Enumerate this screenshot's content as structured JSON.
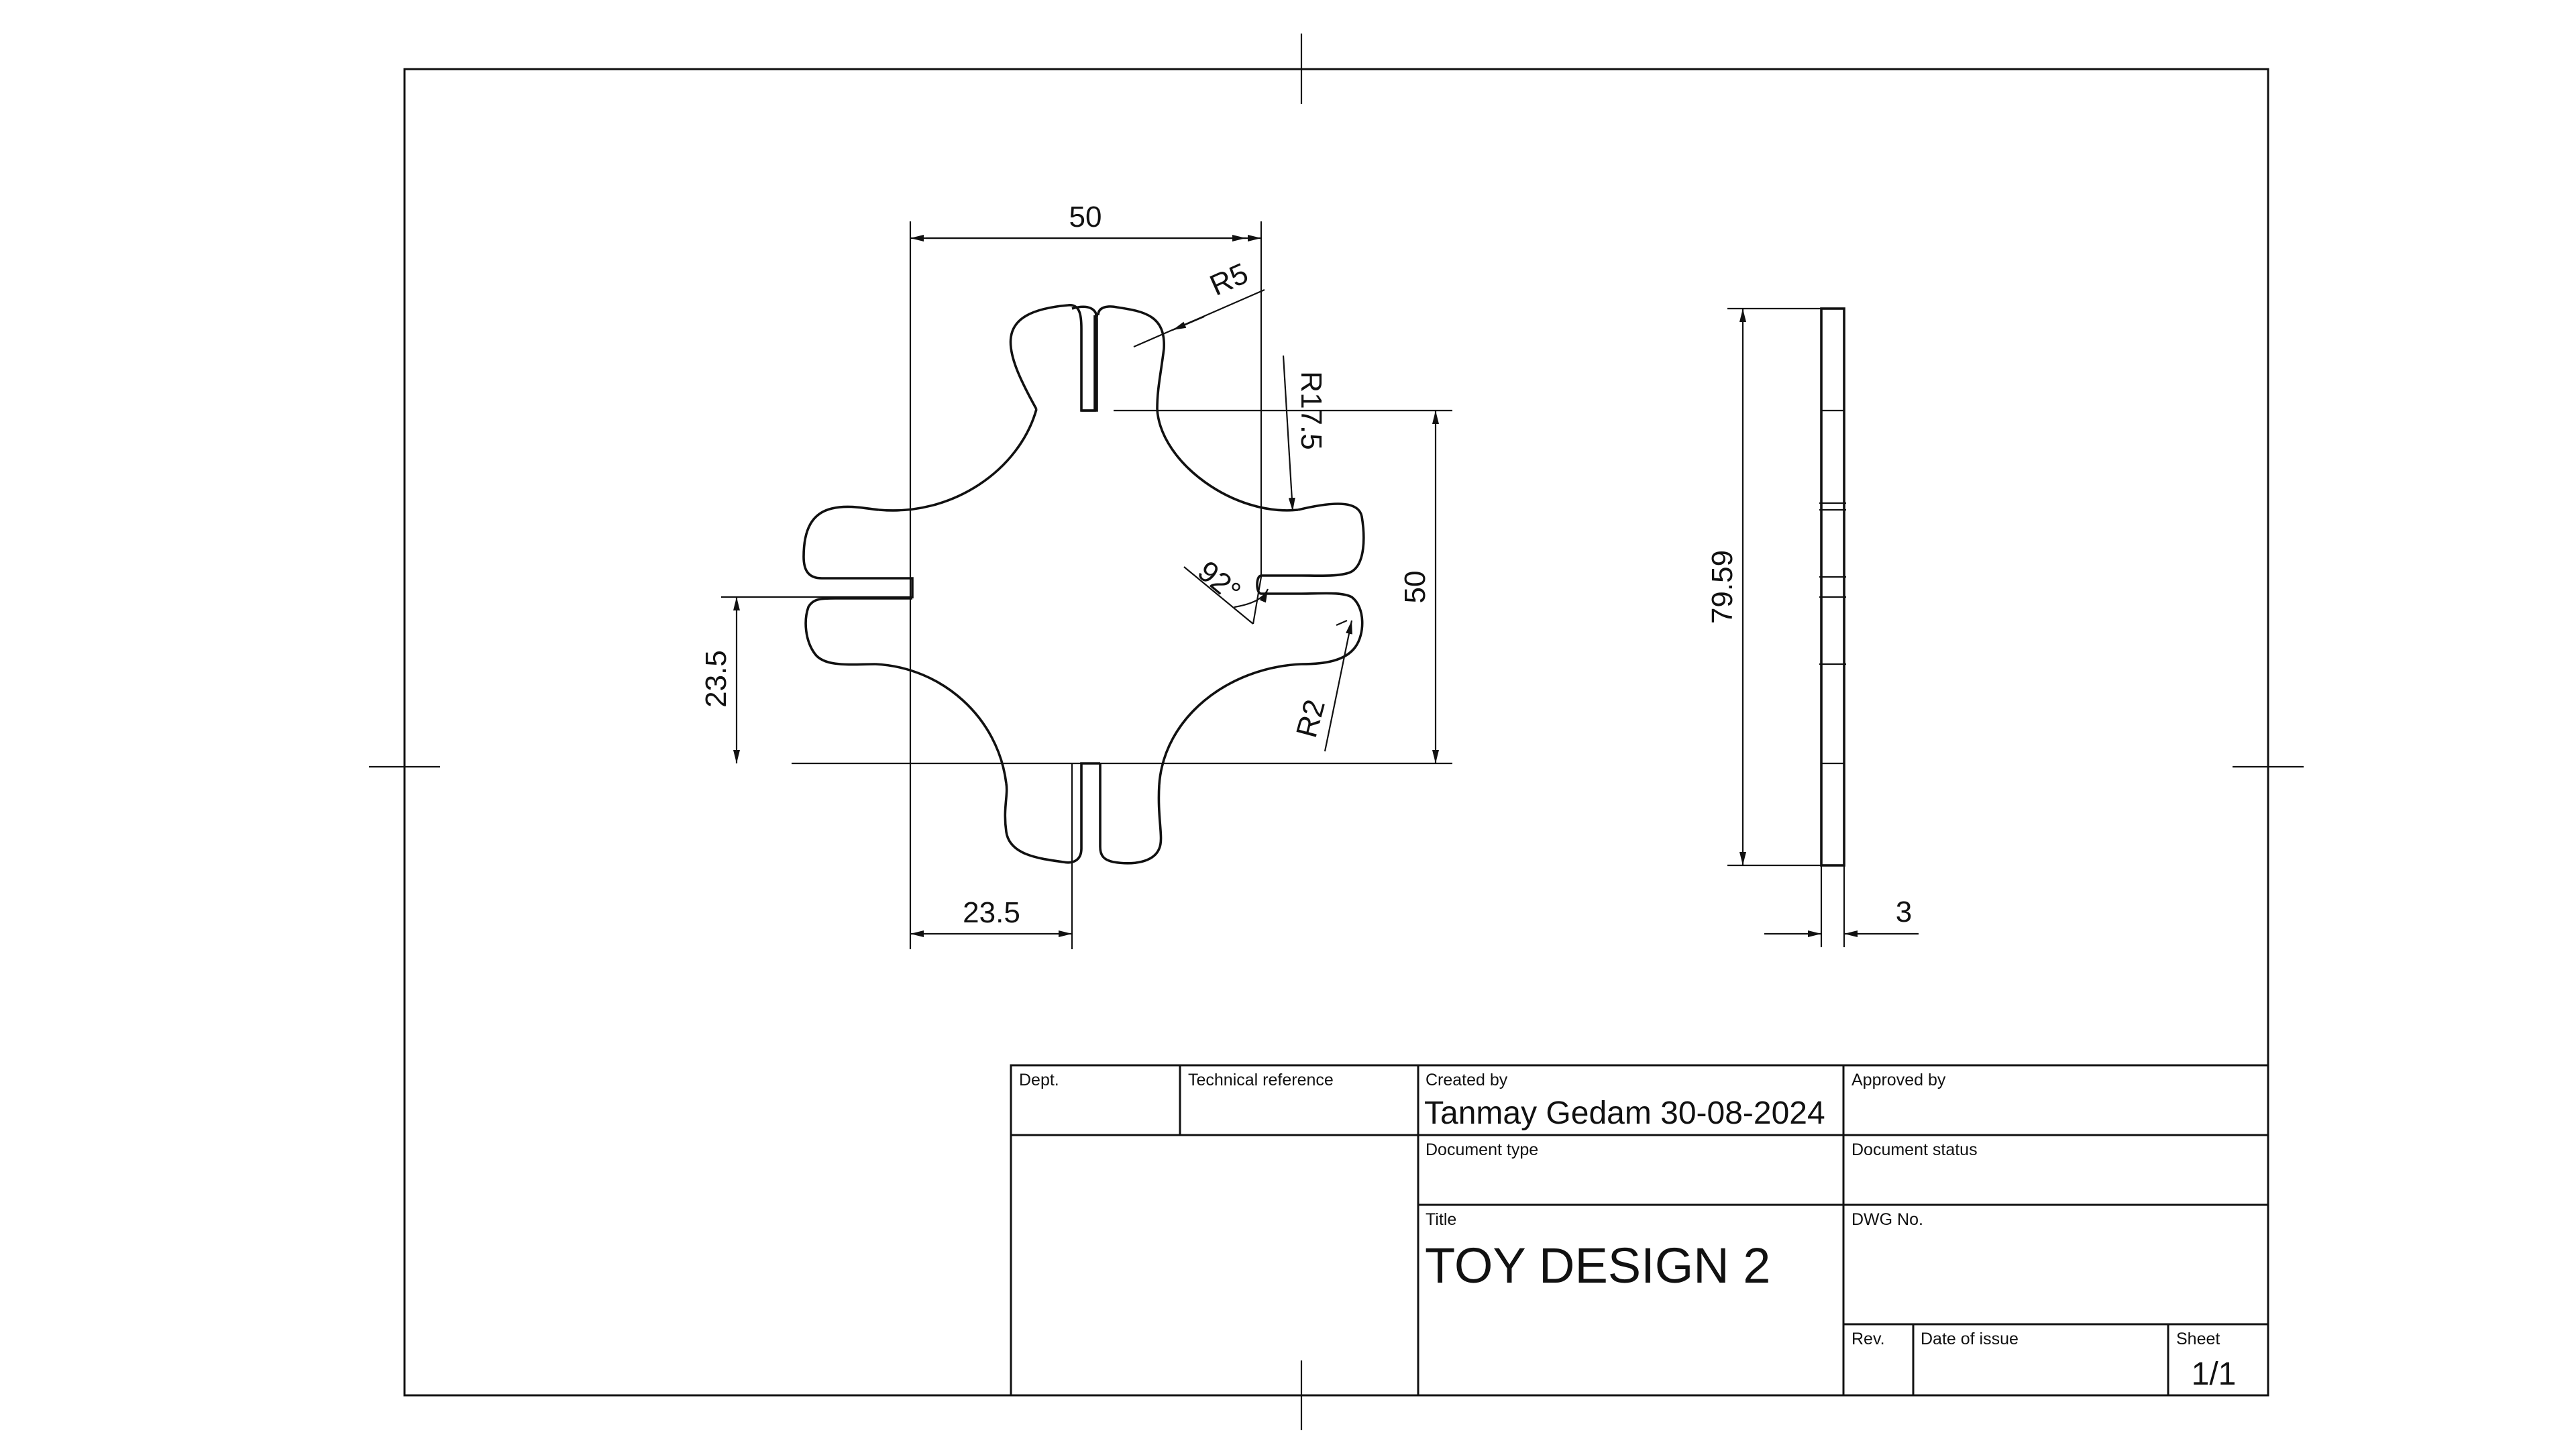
{
  "drawing": {
    "dimensions": {
      "width_top": "50",
      "radius_corner": "R5",
      "radius_arc": "R17.5",
      "angle": "92°",
      "height_right": "50",
      "radius_slot": "R2",
      "left_vertical": "23.5",
      "bottom_horizontal": "23.5",
      "side_height": "79.59",
      "thickness": "3"
    }
  },
  "title_block": {
    "dept_label": "Dept.",
    "dept_value": "",
    "tech_ref_label": "Technical reference",
    "tech_ref_value": "",
    "created_by_label": "Created by",
    "created_by_value": "Tanmay Gedam 30-08-2024",
    "approved_by_label": "Approved by",
    "approved_by_value": "",
    "doc_type_label": "Document type",
    "doc_type_value": "",
    "doc_status_label": "Document status",
    "doc_status_value": "",
    "title_label": "Title",
    "title_value": "TOY DESIGN 2",
    "dwg_no_label": "DWG No.",
    "dwg_no_value": "",
    "rev_label": "Rev.",
    "rev_value": "",
    "date_label": "Date of issue",
    "date_value": "",
    "sheet_label": "Sheet",
    "sheet_value": "1/1"
  }
}
